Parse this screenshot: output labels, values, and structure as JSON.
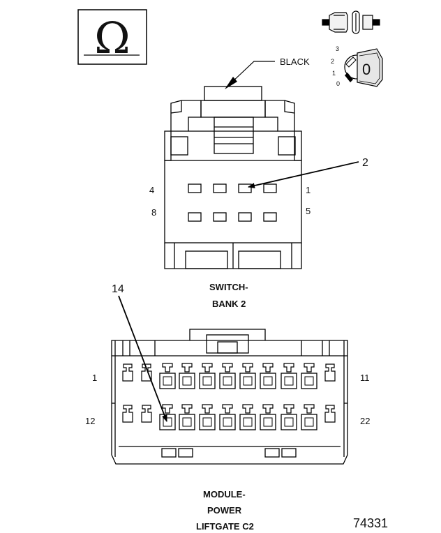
{
  "symbol": {
    "glyph": "Ω",
    "name": "ohm-symbol"
  },
  "key_icon": {
    "positions": [
      "3",
      "2",
      "1",
      "0"
    ],
    "key_label": "0"
  },
  "switch_bank": {
    "color_label": "BLACK",
    "callout": "2",
    "pin_labels": {
      "top_left": "4",
      "top_right": "1",
      "bottom_left": "8",
      "bottom_right": "5"
    },
    "title_line1": "SWITCH-",
    "title_line2": "BANK 2"
  },
  "module": {
    "callout": "14",
    "pin_labels": {
      "top_left": "1",
      "top_right": "11",
      "bottom_left": "12",
      "bottom_right": "22"
    },
    "title_line1": "MODULE-",
    "title_line2": "POWER",
    "title_line3": "LIFTGATE C2"
  },
  "figure_number": "74331"
}
